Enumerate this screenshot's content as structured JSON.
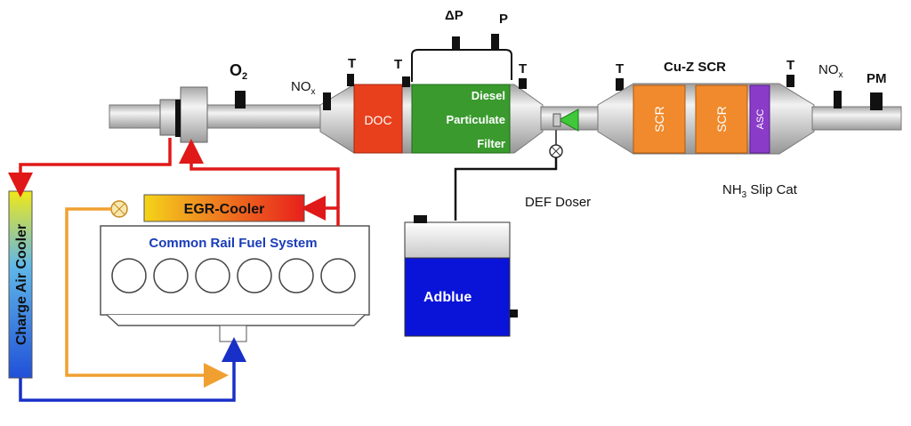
{
  "sensors": {
    "o2": "O",
    "o2_sub": "2",
    "nox": "NO",
    "nox_sub": "x",
    "t": "T",
    "delta_p": "ΔP",
    "p": "P",
    "pm": "PM"
  },
  "components": {
    "doc": "DOC",
    "dpf_line1": "Diesel",
    "dpf_line2": "Particulate",
    "dpf_line3": "Filter",
    "scr1": "SCR",
    "scr2": "SCR",
    "asc": "ASC",
    "cuz_scr": "Cu-Z SCR",
    "nh3_slip_prefix": "NH",
    "nh3_slip_sub": "3",
    "nh3_slip_suffix": " Slip Cat",
    "def_doser": "DEF Doser",
    "adblue": "Adblue",
    "egr_cooler": "EGR-Cooler",
    "common_rail": "Common Rail Fuel System",
    "charge_air_cooler": "Charge Air Cooler"
  },
  "colors": {
    "doc": "#e8401c",
    "dpf": "#3a9a2e",
    "scr": "#f08a2c",
    "asc": "#8a3cc8",
    "adblue": "#0a14d8",
    "egr_start": "#e8201c",
    "egr_end": "#f5d418",
    "hot_line": "#e01818",
    "warm_line": "#f0a030",
    "cool_line": "#1830c8",
    "label_blue": "#1a3cb8",
    "pipe": "#c8c8c8"
  }
}
